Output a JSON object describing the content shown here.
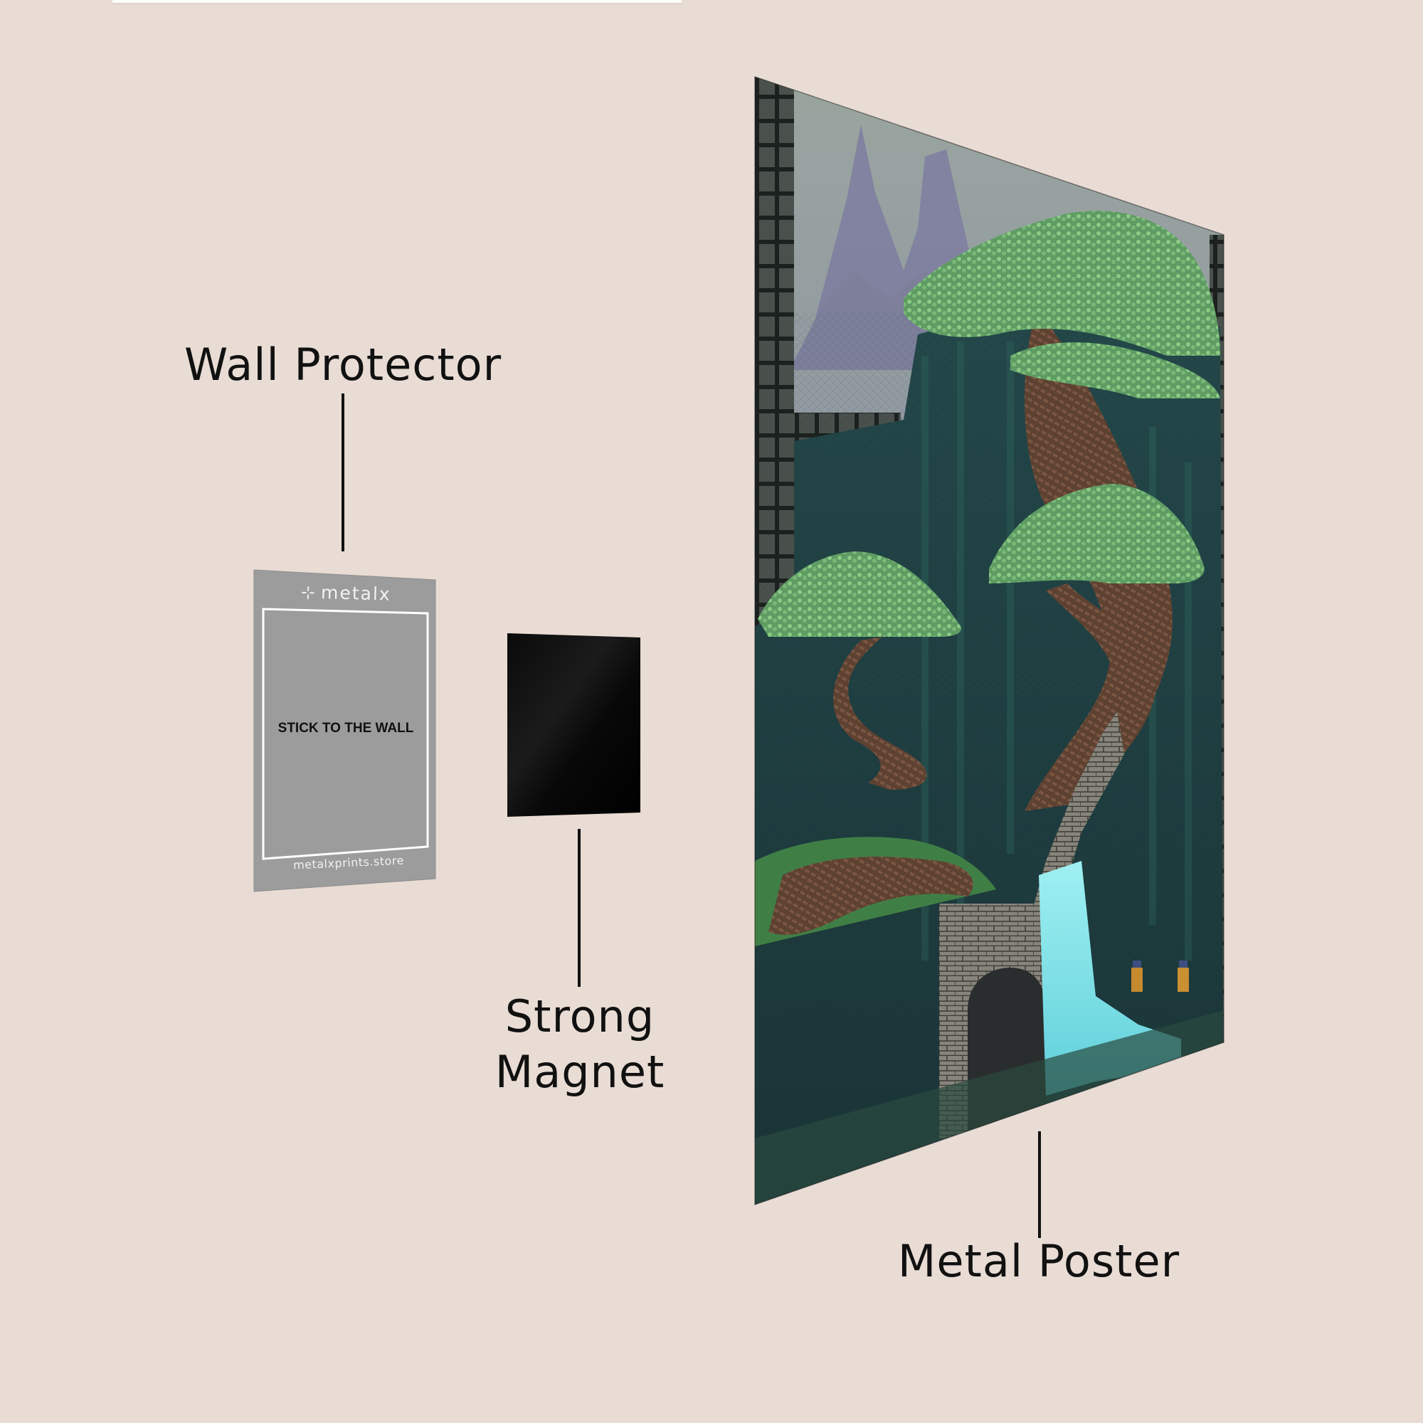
{
  "scene": {
    "background_color": "#e8dcd4",
    "components": [
      {
        "id": "wall-protector",
        "label": "Wall Protector",
        "color": "#9c9c9c",
        "brand_logo_text": "metalx",
        "brand_logo_icon": "metalx-logo-icon",
        "center_text": "STICK TO THE WALL",
        "footer_text": "metalxprints.store"
      },
      {
        "id": "strong-magnet",
        "label_line1": "Strong",
        "label_line2": "Magnet",
        "color": "#050505"
      },
      {
        "id": "metal-poster",
        "label": "Metal Poster",
        "artwork_description": "Pixel-art scene: misty purple mountains, bonsai trees on cliffs, stone staircase, arched cave, turquoise waterfall, two small figures",
        "palette": {
          "sky": "#8f9ba0",
          "mountains": "#7d7c9c",
          "cliff": "#1f3d41",
          "foliage": "#6fae72",
          "trunk": "#5a3e30",
          "stone": "#8a877c",
          "water": "#7fe0e8",
          "buildings": "#3d4340"
        }
      }
    ]
  }
}
